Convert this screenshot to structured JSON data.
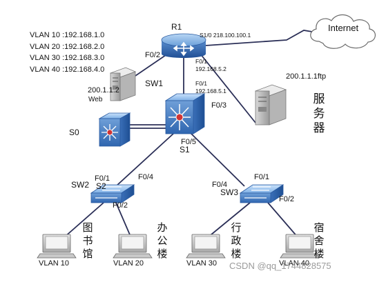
{
  "vlans": [
    {
      "label": "VLAN 10 :192.168.1.0"
    },
    {
      "label": "VLAN 20 :192.168.2.0"
    },
    {
      "label": "VLAN 30 :192.168.3.0"
    },
    {
      "label": "VLAN 40 :192.168.4.0"
    }
  ],
  "router": {
    "name": "R1",
    "s10_label": "S1/0 218.100.100.1",
    "f02_label": "F0/2",
    "f01_label": "F0/1",
    "f01_ip": "192.168.5.2"
  },
  "internet": {
    "label": "Internet"
  },
  "web_server": {
    "ip": "200.1.1.2",
    "name": "Web"
  },
  "ftp_server": {
    "ip_label": "200.1.1.1ftp",
    "name_chars": [
      "服",
      "务",
      "器"
    ]
  },
  "core_switch": {
    "sw1_label": "SW1",
    "s1_label": "S1",
    "f01_label": "F0/1",
    "f01_ip": "192.168.5.1",
    "f03_label": "F0/3",
    "f05_label": "F0/5"
  },
  "s0": {
    "label": "S0"
  },
  "sw2": {
    "name": "SW2",
    "overlap": "S2",
    "f01": "F0/1",
    "f04": "F0/4",
    "f02": "F0/2"
  },
  "sw3": {
    "name": "SW3",
    "f04": "F0/4",
    "f01": "F0/1",
    "f02": "F0/2"
  },
  "buildings": [
    {
      "chars": [
        "图",
        "书",
        "馆"
      ]
    },
    {
      "chars": [
        "办",
        "公",
        "楼"
      ]
    },
    {
      "chars": [
        "行",
        "政",
        "楼"
      ]
    },
    {
      "chars": [
        "宿",
        "舍",
        "楼"
      ]
    }
  ],
  "pcs": [
    {
      "label": "VLAN 10"
    },
    {
      "label": "VLAN 20"
    },
    {
      "label": "VLAN 30"
    },
    {
      "label": "VLAN 40"
    }
  ],
  "watermark": "CSDN @qq_1744828575",
  "colors": {
    "link": "#2b2f57",
    "device_blue": "#4a7fc3",
    "device_light": "#8fbdf0",
    "device_dark": "#1e4f93",
    "marker_red": "#d03434"
  }
}
